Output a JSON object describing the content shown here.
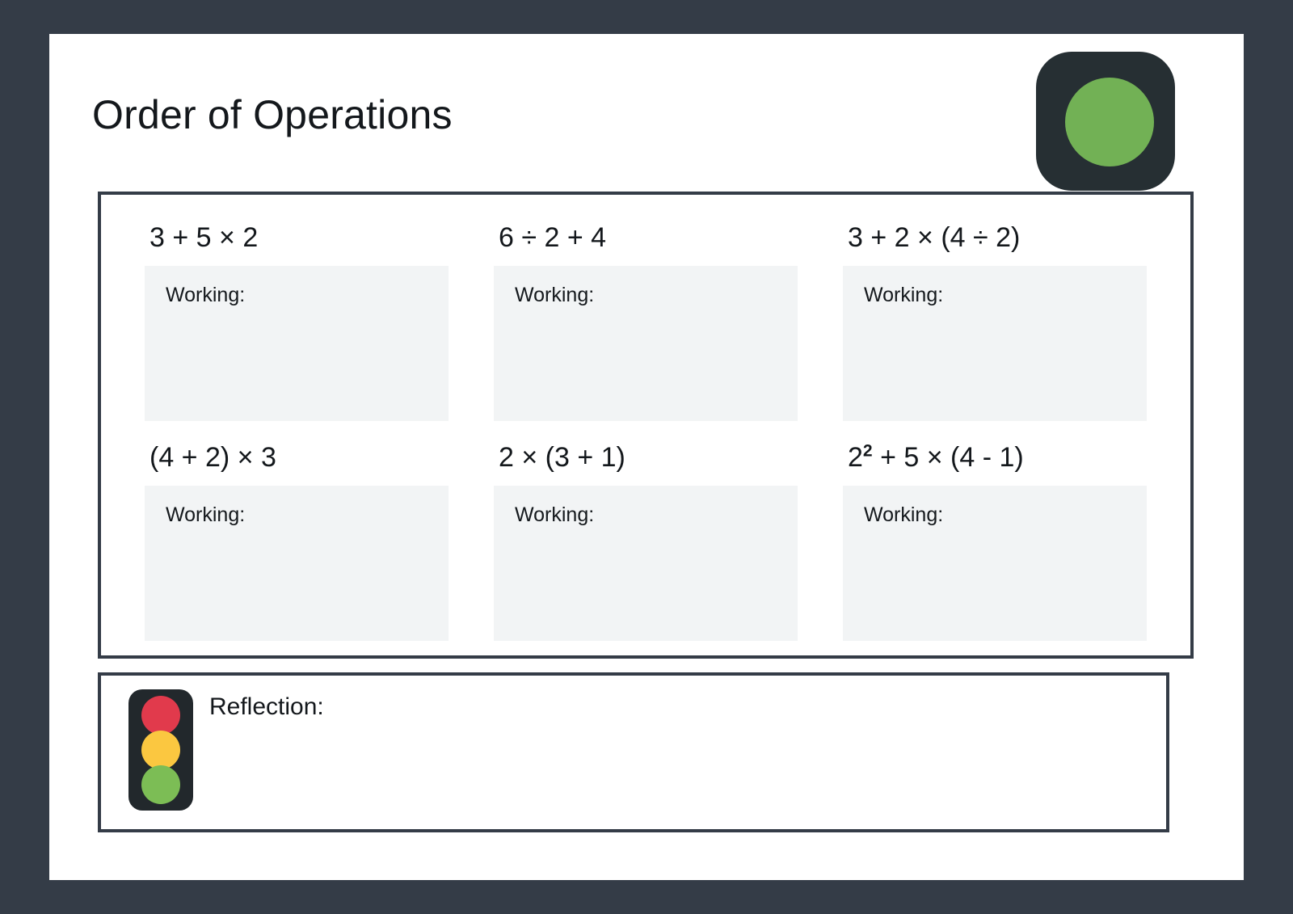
{
  "page": {
    "title": "Order of Operations",
    "background_color": "#343c47",
    "sheet_color": "#ffffff",
    "border_color": "#343c47"
  },
  "logo": {
    "name": "brand-logo",
    "body_color": "#262f33",
    "dot_color": "#72b155"
  },
  "questions": [
    {
      "expr_base": "3 + 5 × 2",
      "expr_sup": "",
      "working_label": "Working:"
    },
    {
      "expr_base": "6 ÷ 2 + 4",
      "expr_sup": "",
      "working_label": "Working:"
    },
    {
      "expr_base": "3 + 2 × (4 ÷ 2)",
      "expr_sup": "",
      "working_label": "Working:"
    },
    {
      "expr_base": "(4 + 2) × 3",
      "expr_sup": "",
      "working_label": "Working:"
    },
    {
      "expr_base": "2 × (3 + 1)",
      "expr_sup": "",
      "working_label": "Working:"
    },
    {
      "expr_pre": "2",
      "expr_sup": "2",
      "expr_post": " + 5 × (4 - 1)",
      "expr_base": "",
      "working_label": "Working:"
    }
  ],
  "reflection": {
    "label": "Reflection:",
    "traffic_light": {
      "red": "#e13a4c",
      "amber": "#fbc740",
      "green": "#7cbd55",
      "body": "#22282c"
    }
  }
}
